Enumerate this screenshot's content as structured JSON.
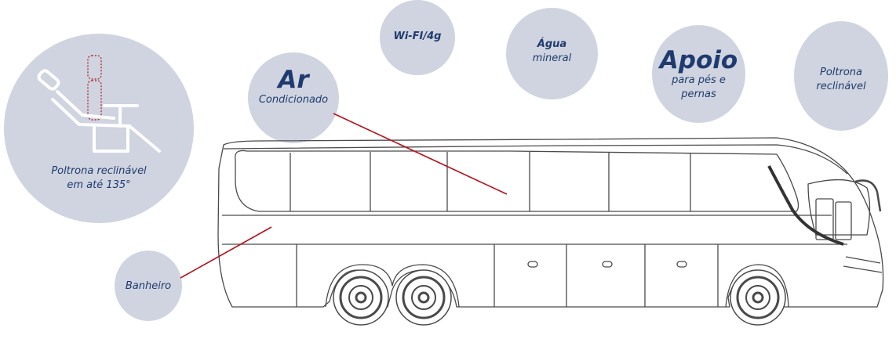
{
  "features": {
    "reclining_seat": {
      "line1": "Poltrona reclinável",
      "line2": "em até 135°",
      "icon": "reclining-seat-icon"
    },
    "wifi": {
      "label": "Wi-FI/4g"
    },
    "water": {
      "line1": "Água",
      "line2": "mineral"
    },
    "ac": {
      "title": "Ar",
      "subtitle": "Condicionado"
    },
    "footrest": {
      "title": "Apoio",
      "line1": "para pés e",
      "line2": "pernas"
    },
    "recliner": {
      "line1": "Poltrona",
      "line2": "reclinável"
    },
    "bathroom": {
      "label": "Banheiro"
    }
  },
  "colors": {
    "bubble": "#cfd4e0",
    "text": "#1f3a6e",
    "pointer": "#b5121b",
    "outline": "#4a4a4a"
  },
  "illustration": "bus-icon"
}
